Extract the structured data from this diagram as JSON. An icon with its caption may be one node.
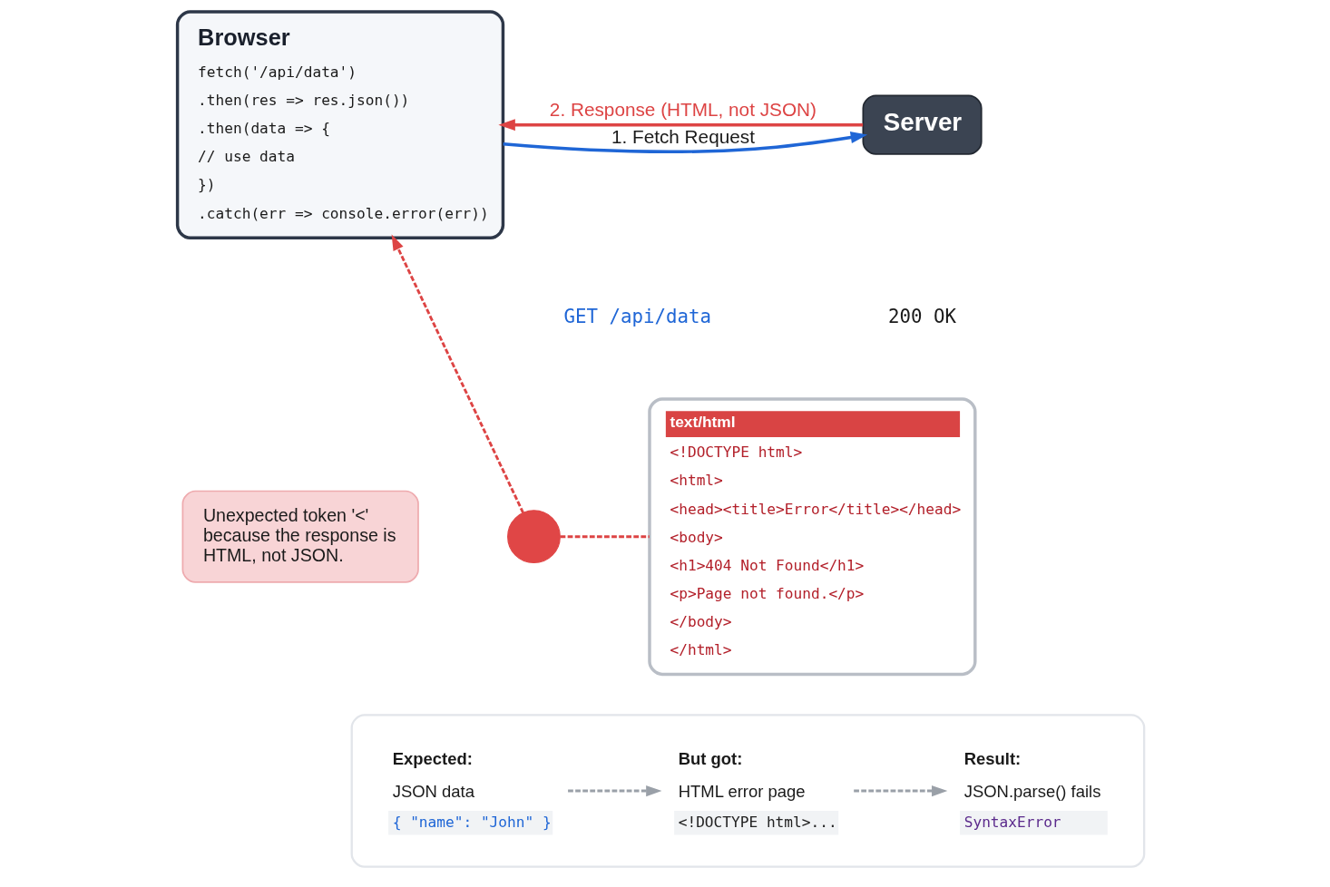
{
  "diagram": {
    "nodes": [
      {
        "text": [
          "Browser",
          "fetch('/api/data')",
          ".then(res => res.json())",
          ".then(data => {",
          "// use data",
          "})",
          ".catch(err => console.error(err))"
        ]
      },
      {
        "text": [
          "Server"
        ]
      },
      {
        "text": [
          "text/html",
          "<!DOCTYPE html>",
          "<html>",
          "<head><title>Error</title></head>",
          "<body>",
          "<h1>404 Not Found</h1>",
          "<p>Page not found.</p>",
          "</body>",
          "</html>"
        ]
      },
      {
        "text": [],
        "shape": "circle"
      },
      {
        "text": [
          "Unexpected token '<' because the response is HTML, not JSON."
        ]
      },
      {
        "text": [],
        "shape": "box"
      },
      {
        "text": [
          "Expected:",
          "JSON data",
          "{ \"name\": \"John\" }"
        ],
        "in": 5
      },
      {
        "text": [
          "But got:",
          "HTML error page",
          "<!DOCTYPE html>..."
        ],
        "in": 5
      },
      {
        "text": [
          "Result:",
          "JSON.parse() fails",
          "SyntaxError"
        ],
        "in": 5
      }
    ],
    "edges": [
      {
        "from": 0,
        "to": 1,
        "arrow": "to",
        "label": "1. Fetch Request",
        "color": "#1f66d6"
      },
      {
        "from": 1,
        "to": 0,
        "arrow": "to",
        "label": "2. Response (HTML, not JSON)",
        "color": "#dd4444"
      },
      {
        "from": 2,
        "to": 3,
        "arrow": "none",
        "style": "dashed",
        "color": "#dd4444"
      },
      {
        "from": 3,
        "to": 0,
        "arrow": "to",
        "style": "dashed",
        "color": "#dd4444"
      },
      {
        "from": 6,
        "to": 7,
        "arrow": "to",
        "style": "dashed",
        "color": "#9aa0a8"
      },
      {
        "from": 7,
        "to": 8,
        "arrow": "to",
        "style": "dashed",
        "color": "#9aa0a8"
      }
    ],
    "labels": [
      "GET /api/data",
      "200 OK"
    ]
  }
}
